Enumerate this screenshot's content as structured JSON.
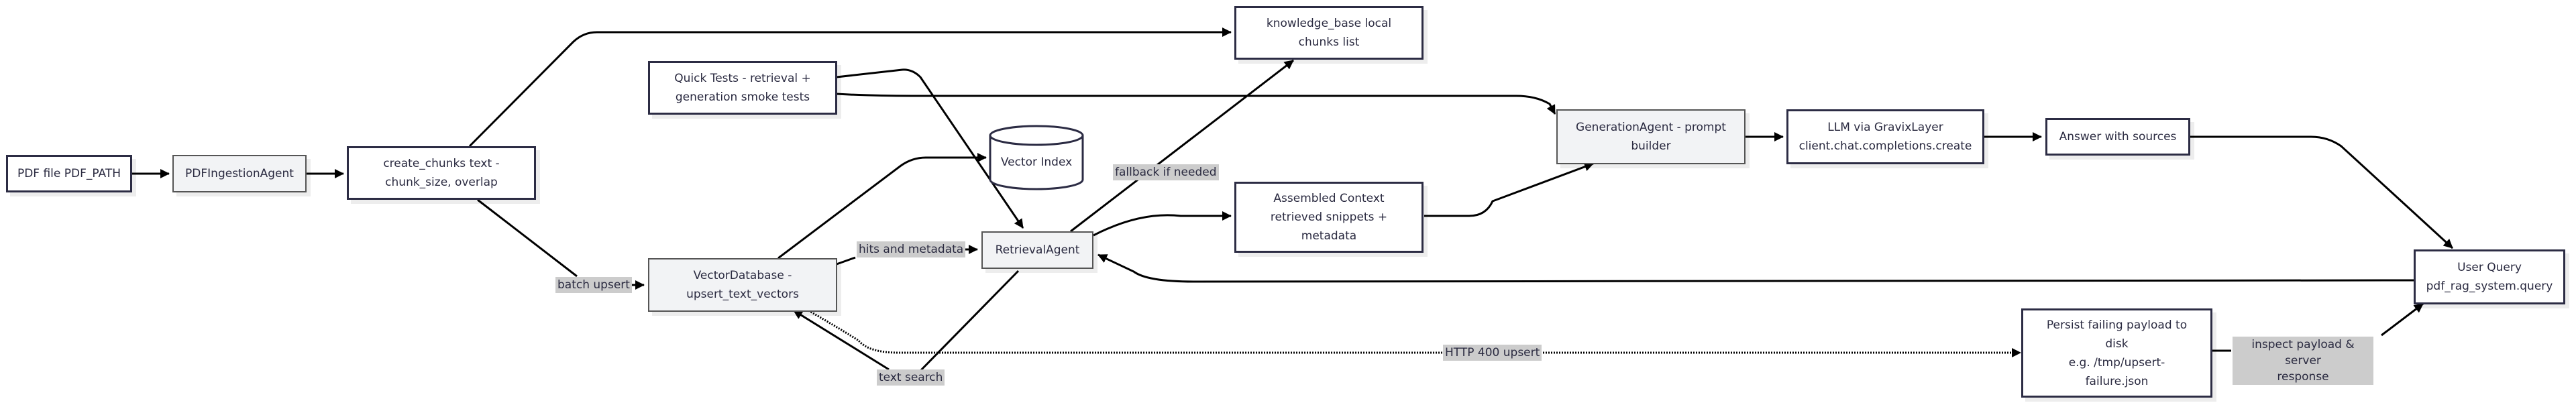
{
  "diagram": {
    "type": "flowchart",
    "nodes": {
      "pdf_file": "PDF file PDF_PATH",
      "ingestion_agent": "PDFIngestionAgent",
      "create_chunks": "create_chunks text -\nchunk_size, overlap",
      "knowledge_base": "knowledge_base local\nchunks list",
      "quick_tests": "Quick Tests - retrieval +\ngeneration smoke tests",
      "vector_index": "Vector Index",
      "vector_database": "VectorDatabase -\nupsert_text_vectors",
      "retrieval_agent": "RetrievalAgent",
      "assembled_context": "Assembled Context\nretrieved snippets +\nmetadata",
      "generation_agent": "GenerationAgent - prompt\nbuilder",
      "llm": "LLM via GravixLayer\nclient.chat.completions.create",
      "answer": "Answer with sources",
      "user_query": "User Query\npdf_rag_system.query",
      "persist_payload": "Persist failing payload to\ndisk\ne.g. /tmp/upsert-\nfailure.json"
    },
    "edge_labels": {
      "batch_upsert": "batch upsert",
      "hits_and_metadata": "hits and metadata",
      "fallback_if_needed": "fallback if needed",
      "text_search": "text search",
      "http_400_upsert": "HTTP 400 upsert",
      "inspect_payload": "inspect payload & server\nresponse"
    },
    "edges": [
      {
        "from": "pdf_file",
        "to": "ingestion_agent",
        "label": ""
      },
      {
        "from": "ingestion_agent",
        "to": "create_chunks",
        "label": ""
      },
      {
        "from": "create_chunks",
        "to": "knowledge_base",
        "label": ""
      },
      {
        "from": "create_chunks",
        "to": "vector_database",
        "label": "batch upsert"
      },
      {
        "from": "vector_database",
        "to": "vector_index",
        "label": ""
      },
      {
        "from": "vector_database",
        "to": "retrieval_agent",
        "label": "hits and metadata"
      },
      {
        "from": "retrieval_agent",
        "to": "knowledge_base",
        "label": "fallback if needed"
      },
      {
        "from": "retrieval_agent",
        "to": "vector_database",
        "label": "text search"
      },
      {
        "from": "retrieval_agent",
        "to": "assembled_context",
        "label": ""
      },
      {
        "from": "assembled_context",
        "to": "generation_agent",
        "label": ""
      },
      {
        "from": "generation_agent",
        "to": "llm",
        "label": ""
      },
      {
        "from": "llm",
        "to": "answer",
        "label": ""
      },
      {
        "from": "answer",
        "to": "user_query",
        "label": ""
      },
      {
        "from": "user_query",
        "to": "retrieval_agent",
        "label": ""
      },
      {
        "from": "quick_tests",
        "to": "retrieval_agent",
        "label": ""
      },
      {
        "from": "quick_tests",
        "to": "generation_agent",
        "label": ""
      },
      {
        "from": "vector_database",
        "to": "persist_payload",
        "label": "HTTP 400 upsert",
        "style": "dotted"
      },
      {
        "from": "persist_payload",
        "to": "user_query",
        "label": "inspect payload & server response"
      }
    ]
  }
}
